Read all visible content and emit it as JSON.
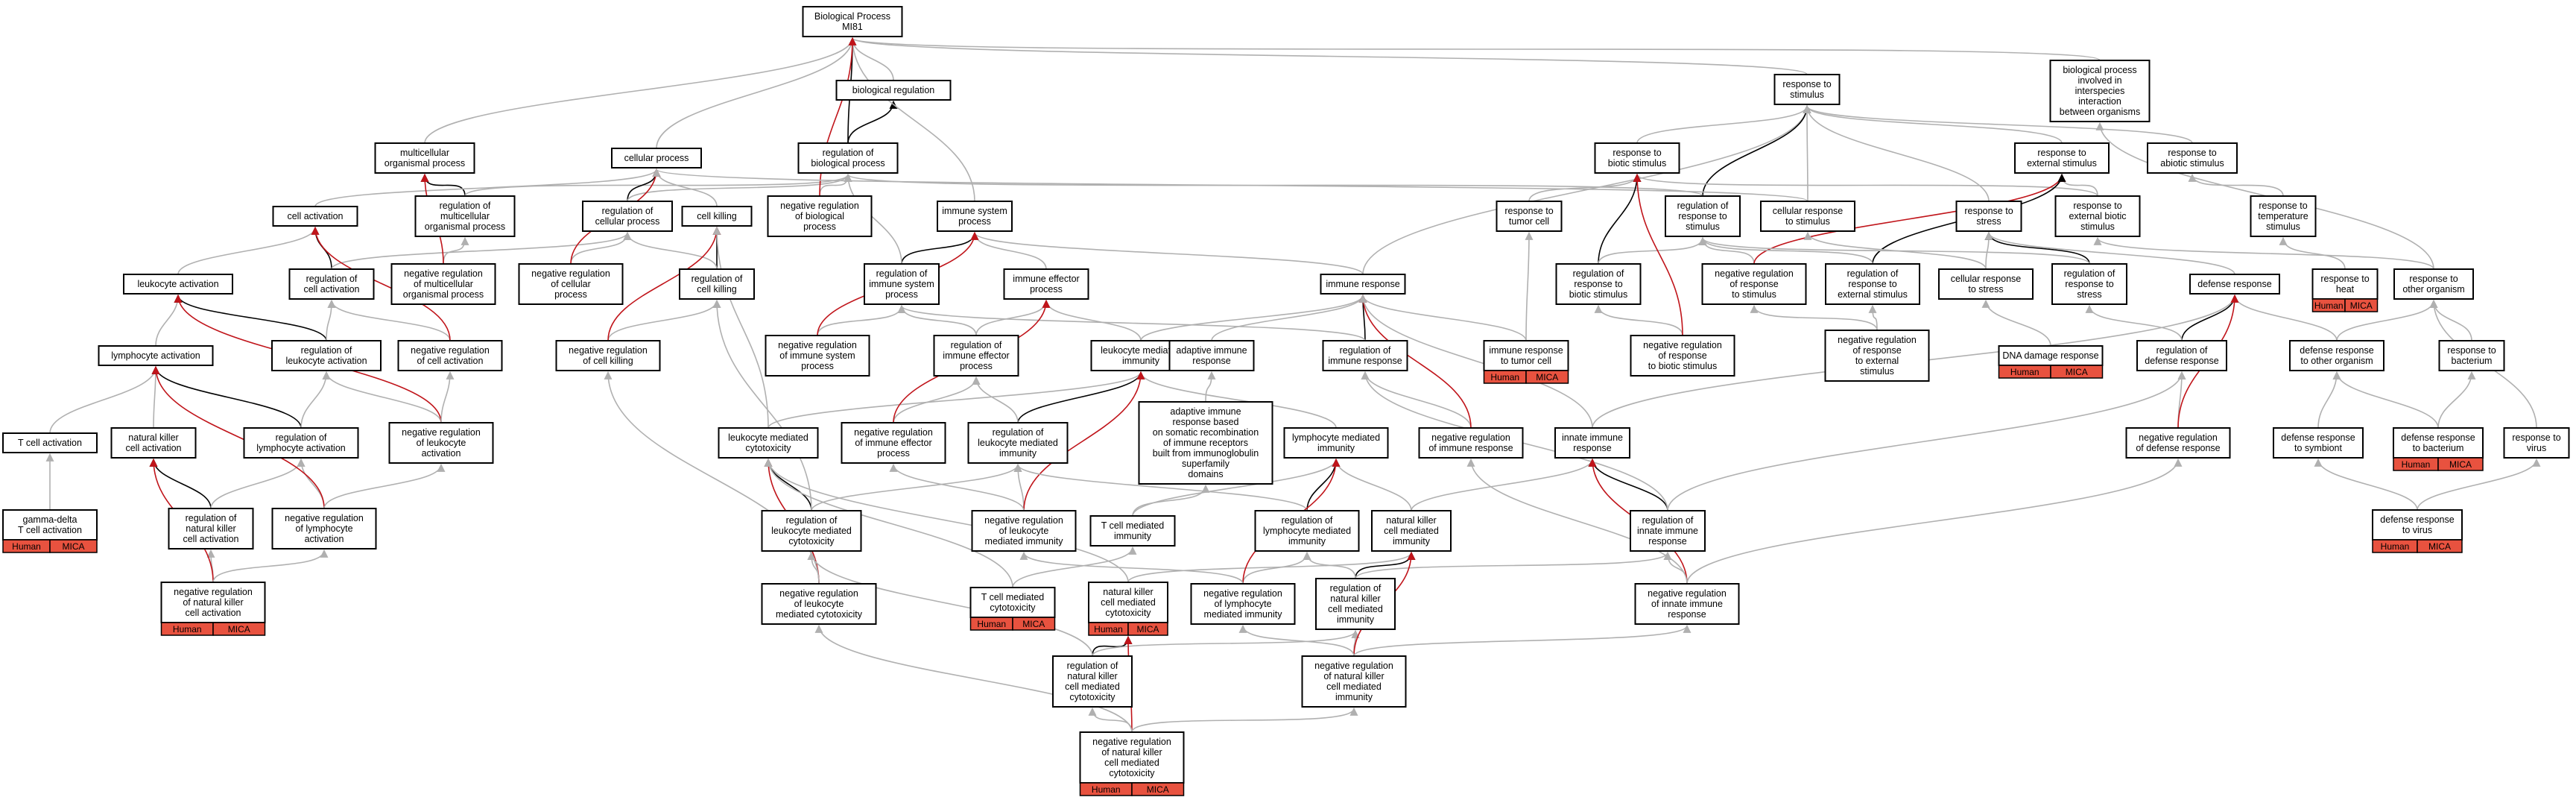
{
  "colors": {
    "edge_gray": "#b0b0b0",
    "edge_black": "#000000",
    "edge_red": "#c0141a",
    "tag_fill": "#e8523f"
  },
  "nodes": [
    {
      "id": "bp",
      "lines": [
        "Biological Process",
        "MI81"
      ]
    },
    {
      "id": "breg",
      "lines": [
        "biological regulation"
      ]
    },
    {
      "id": "rtos",
      "lines": [
        "response to",
        "stimulus"
      ]
    },
    {
      "id": "bpio",
      "lines": [
        "biological process",
        "involved in",
        "interspecies",
        "interaction",
        "between organisms"
      ]
    },
    {
      "id": "mop",
      "lines": [
        "multicellular",
        "organismal process"
      ]
    },
    {
      "id": "cp",
      "lines": [
        "cellular process"
      ]
    },
    {
      "id": "rbp",
      "lines": [
        "regulation of",
        "biological process"
      ]
    },
    {
      "id": "rbs",
      "lines": [
        "response to",
        "biotic stimulus"
      ]
    },
    {
      "id": "res",
      "lines": [
        "response to",
        "external stimulus"
      ]
    },
    {
      "id": "ras",
      "lines": [
        "response to",
        "abiotic stimulus"
      ]
    },
    {
      "id": "ca",
      "lines": [
        "cell activation"
      ]
    },
    {
      "id": "rmop",
      "lines": [
        "regulation of",
        "multicellular",
        "organismal process"
      ]
    },
    {
      "id": "rcp",
      "lines": [
        "regulation of",
        "cellular process"
      ]
    },
    {
      "id": "ck",
      "lines": [
        "cell killing"
      ]
    },
    {
      "id": "nrbp",
      "lines": [
        "negative regulation",
        "of biological",
        "process"
      ]
    },
    {
      "id": "isp",
      "lines": [
        "immune system",
        "process"
      ]
    },
    {
      "id": "rtc",
      "lines": [
        "response to",
        "tumor cell"
      ]
    },
    {
      "id": "rrs",
      "lines": [
        "regulation of",
        "response to",
        "stimulus"
      ]
    },
    {
      "id": "crs",
      "lines": [
        "cellular response",
        "to stimulus"
      ]
    },
    {
      "id": "rts",
      "lines": [
        "response to",
        "stress"
      ]
    },
    {
      "id": "rebs",
      "lines": [
        "response to",
        "external biotic",
        "stimulus"
      ]
    },
    {
      "id": "rtt",
      "lines": [
        "response to",
        "temperature",
        "stimulus"
      ]
    },
    {
      "id": "la",
      "lines": [
        "leukocyte activation"
      ]
    },
    {
      "id": "rca",
      "lines": [
        "regulation of",
        "cell activation"
      ]
    },
    {
      "id": "nrmop",
      "lines": [
        "negative regulation",
        "of multicellular",
        "organismal process"
      ]
    },
    {
      "id": "nrcp",
      "lines": [
        "negative regulation",
        "of cellular",
        "process"
      ]
    },
    {
      "id": "rck",
      "lines": [
        "regulation of",
        "cell killing"
      ]
    },
    {
      "id": "risp",
      "lines": [
        "regulation of",
        "immune system",
        "process"
      ]
    },
    {
      "id": "iep",
      "lines": [
        "immune effector",
        "process"
      ]
    },
    {
      "id": "ir",
      "lines": [
        "immune response"
      ]
    },
    {
      "id": "rrbs",
      "lines": [
        "regulation of",
        "response to",
        "biotic stimulus"
      ]
    },
    {
      "id": "nrrs",
      "lines": [
        "negative regulation",
        "of response",
        "to stimulus"
      ]
    },
    {
      "id": "rres",
      "lines": [
        "regulation of",
        "response to",
        "external stimulus"
      ]
    },
    {
      "id": "crts",
      "lines": [
        "cellular response",
        "to stress"
      ]
    },
    {
      "id": "rrst",
      "lines": [
        "regulation of",
        "response to",
        "stress"
      ]
    },
    {
      "id": "rth",
      "lines": [
        "response to",
        "heat"
      ],
      "tags": [
        "Human",
        "MICA"
      ]
    },
    {
      "id": "dr",
      "lines": [
        "defense response"
      ]
    },
    {
      "id": "rtoo",
      "lines": [
        "response to",
        "other organism"
      ]
    },
    {
      "id": "lya",
      "lines": [
        "lymphocyte activation"
      ]
    },
    {
      "id": "rla",
      "lines": [
        "regulation of",
        "leukocyte activation"
      ]
    },
    {
      "id": "nrca",
      "lines": [
        "negative regulation",
        "of cell activation"
      ]
    },
    {
      "id": "nrck",
      "lines": [
        "negative regulation",
        "of cell killing"
      ]
    },
    {
      "id": "nrisp",
      "lines": [
        "negative regulation",
        "of immune system",
        "process"
      ]
    },
    {
      "id": "riep",
      "lines": [
        "regulation of",
        "immune effector",
        "process"
      ]
    },
    {
      "id": "lmi",
      "lines": [
        "leukocyte mediated",
        "immunity"
      ]
    },
    {
      "id": "air",
      "lines": [
        "adaptive immune",
        "response"
      ]
    },
    {
      "id": "rir",
      "lines": [
        "regulation of",
        "immune response"
      ]
    },
    {
      "id": "irtc",
      "lines": [
        "immune response",
        "to tumor cell"
      ],
      "tags": [
        "Human",
        "MICA"
      ]
    },
    {
      "id": "nrrbs",
      "lines": [
        "negative regulation",
        "of response",
        "to biotic stimulus"
      ]
    },
    {
      "id": "nrres",
      "lines": [
        "negative regulation",
        "of response",
        "to external",
        "stimulus"
      ]
    },
    {
      "id": "ddr",
      "lines": [
        "DNA damage response"
      ],
      "tags": [
        "Human",
        "MICA"
      ]
    },
    {
      "id": "rdr",
      "lines": [
        "regulation of",
        "defense response"
      ]
    },
    {
      "id": "drtoo",
      "lines": [
        "defense response",
        "to other organism"
      ]
    },
    {
      "id": "rtb",
      "lines": [
        "response to",
        "bacterium"
      ]
    },
    {
      "id": "tca",
      "lines": [
        "T cell activation"
      ]
    },
    {
      "id": "nkca",
      "lines": [
        "natural killer",
        "cell activation"
      ]
    },
    {
      "id": "rlya",
      "lines": [
        "regulation of",
        "lymphocyte activation"
      ]
    },
    {
      "id": "nrla",
      "lines": [
        "negative regulation",
        "of leukocyte",
        "activation"
      ]
    },
    {
      "id": "lmc",
      "lines": [
        "leukocyte mediated",
        "cytotoxicity"
      ]
    },
    {
      "id": "nriep",
      "lines": [
        "negative regulation",
        "of immune effector",
        "process"
      ]
    },
    {
      "id": "rlmi",
      "lines": [
        "regulation of",
        "leukocyte mediated",
        "immunity"
      ]
    },
    {
      "id": "airsr",
      "lines": [
        "adaptive immune",
        "response based",
        "on somatic recombination",
        "of immune receptors",
        "built from immunoglobulin",
        "superfamily",
        "domains"
      ]
    },
    {
      "id": "lymi",
      "lines": [
        "lymphocyte mediated",
        "immunity"
      ]
    },
    {
      "id": "nrir",
      "lines": [
        "negative regulation",
        "of immune response"
      ]
    },
    {
      "id": "iir",
      "lines": [
        "innate immune",
        "response"
      ]
    },
    {
      "id": "nrdr",
      "lines": [
        "negative regulation",
        "of defense response"
      ]
    },
    {
      "id": "drts",
      "lines": [
        "defense response",
        "to symbiont"
      ]
    },
    {
      "id": "drtb",
      "lines": [
        "defense response",
        "to bacterium"
      ],
      "tags": [
        "Human",
        "MICA"
      ]
    },
    {
      "id": "rtv",
      "lines": [
        "response to",
        "virus"
      ]
    },
    {
      "id": "gdtca",
      "lines": [
        "gamma-delta",
        "T cell activation"
      ],
      "tags": [
        "Human",
        "MICA"
      ]
    },
    {
      "id": "rnkca",
      "lines": [
        "regulation of",
        "natural killer",
        "cell activation"
      ]
    },
    {
      "id": "nrlya",
      "lines": [
        "negative regulation",
        "of lymphocyte",
        "activation"
      ]
    },
    {
      "id": "rlmc",
      "lines": [
        "regulation of",
        "leukocyte mediated",
        "cytotoxicity"
      ]
    },
    {
      "id": "nrlmi",
      "lines": [
        "negative regulation",
        "of leukocyte",
        "mediated immunity"
      ]
    },
    {
      "id": "tcmi",
      "lines": [
        "T cell mediated",
        "immunity"
      ]
    },
    {
      "id": "rlymi",
      "lines": [
        "regulation of",
        "lymphocyte mediated",
        "immunity"
      ]
    },
    {
      "id": "nkcmi",
      "lines": [
        "natural killer",
        "cell mediated",
        "immunity"
      ]
    },
    {
      "id": "riir",
      "lines": [
        "regulation of",
        "innate immune",
        "response"
      ]
    },
    {
      "id": "drtv",
      "lines": [
        "defense response",
        "to virus"
      ],
      "tags": [
        "Human",
        "MICA"
      ]
    },
    {
      "id": "nrnkca",
      "lines": [
        "negative regulation",
        "of natural killer",
        "cell activation"
      ],
      "tags": [
        "Human",
        "MICA"
      ]
    },
    {
      "id": "nrlmc",
      "lines": [
        "negative regulation",
        "of leukocyte",
        "mediated cytotoxicity"
      ]
    },
    {
      "id": "tcmc",
      "lines": [
        "T cell mediated",
        "cytotoxicity"
      ],
      "tags": [
        "Human",
        "MICA"
      ]
    },
    {
      "id": "nkcmc",
      "lines": [
        "natural killer",
        "cell mediated",
        "cytotoxicity"
      ],
      "tags": [
        "Human",
        "MICA"
      ]
    },
    {
      "id": "nrlymi",
      "lines": [
        "negative regulation",
        "of lymphocyte",
        "mediated immunity"
      ]
    },
    {
      "id": "rnkcmi",
      "lines": [
        "regulation of",
        "natural killer",
        "cell mediated",
        "immunity"
      ]
    },
    {
      "id": "nriir",
      "lines": [
        "negative regulation",
        "of innate immune",
        "response"
      ]
    },
    {
      "id": "rnkcmc",
      "lines": [
        "regulation of",
        "natural killer",
        "cell mediated",
        "cytotoxicity"
      ]
    },
    {
      "id": "nrnkcmi",
      "lines": [
        "negative regulation",
        "of natural killer",
        "cell mediated",
        "immunity"
      ]
    },
    {
      "id": "nrnkcmc",
      "lines": [
        "negative regulation",
        "of natural killer",
        "cell mediated",
        "cytotoxicity"
      ],
      "tags": [
        "Human",
        "MICA"
      ]
    }
  ],
  "edges": [
    [
      "breg",
      "bp",
      "g"
    ],
    [
      "rbp",
      "breg",
      "k"
    ],
    [
      "rbp",
      "bp",
      "k"
    ],
    [
      "mop",
      "bp",
      "g"
    ],
    [
      "cp",
      "bp",
      "g"
    ],
    [
      "isp",
      "bp",
      "g"
    ],
    [
      "rtos",
      "bp",
      "g"
    ],
    [
      "bpio",
      "bp",
      "g"
    ],
    [
      "rmop",
      "mop",
      "k"
    ],
    [
      "rmop",
      "rbp",
      "g"
    ],
    [
      "rcp",
      "cp",
      "k"
    ],
    [
      "rcp",
      "rbp",
      "g"
    ],
    [
      "ck",
      "cp",
      "g"
    ],
    [
      "ca",
      "cp",
      "g"
    ],
    [
      "nrbp",
      "rbp",
      "g"
    ],
    [
      "nrbp",
      "bp",
      "r"
    ],
    [
      "rca",
      "ca",
      "k"
    ],
    [
      "rca",
      "rcp",
      "g"
    ],
    [
      "nrmop",
      "rmop",
      "g"
    ],
    [
      "nrmop",
      "mop",
      "r"
    ],
    [
      "nrcp",
      "rcp",
      "g"
    ],
    [
      "nrcp",
      "cp",
      "r"
    ],
    [
      "rck",
      "ck",
      "k"
    ],
    [
      "rck",
      "rcp",
      "g"
    ],
    [
      "la",
      "ca",
      "g"
    ],
    [
      "risp",
      "isp",
      "k"
    ],
    [
      "risp",
      "rbp",
      "g"
    ],
    [
      "iep",
      "isp",
      "g"
    ],
    [
      "ir",
      "isp",
      "g"
    ],
    [
      "ir",
      "rtos",
      "g"
    ],
    [
      "rbs",
      "rtos",
      "g"
    ],
    [
      "res",
      "rtos",
      "g"
    ],
    [
      "ras",
      "rtos",
      "g"
    ],
    [
      "rrs",
      "rtos",
      "k"
    ],
    [
      "rrs",
      "rbp",
      "g"
    ],
    [
      "crs",
      "rtos",
      "g"
    ],
    [
      "crs",
      "cp",
      "g"
    ],
    [
      "rts",
      "rtos",
      "g"
    ],
    [
      "rtc",
      "rbs",
      "g"
    ],
    [
      "rebs",
      "res",
      "g"
    ],
    [
      "rebs",
      "rbs",
      "g"
    ],
    [
      "rtt",
      "ras",
      "g"
    ],
    [
      "rrbs",
      "rbs",
      "k"
    ],
    [
      "rrbs",
      "rrs",
      "g"
    ],
    [
      "nrrs",
      "rrs",
      "g"
    ],
    [
      "nrrs",
      "res",
      "r"
    ],
    [
      "rres",
      "res",
      "k"
    ],
    [
      "rres",
      "rrs",
      "g"
    ],
    [
      "crts",
      "rts",
      "g"
    ],
    [
      "crts",
      "crs",
      "g"
    ],
    [
      "rrst",
      "rts",
      "k"
    ],
    [
      "rrst",
      "rrs",
      "g"
    ],
    [
      "rth",
      "rtt",
      "g"
    ],
    [
      "dr",
      "rts",
      "g"
    ],
    [
      "rtoo",
      "rebs",
      "g"
    ],
    [
      "rtoo",
      "bpio",
      "g"
    ],
    [
      "lya",
      "la",
      "g"
    ],
    [
      "rla",
      "la",
      "k"
    ],
    [
      "rla",
      "rca",
      "g"
    ],
    [
      "nrca",
      "rca",
      "g"
    ],
    [
      "nrca",
      "ca",
      "r"
    ],
    [
      "nrck",
      "rck",
      "g"
    ],
    [
      "nrck",
      "ck",
      "r"
    ],
    [
      "nrisp",
      "risp",
      "g"
    ],
    [
      "nrisp",
      "isp",
      "r"
    ],
    [
      "riep",
      "iep",
      "g"
    ],
    [
      "riep",
      "risp",
      "g"
    ],
    [
      "lmi",
      "iep",
      "g"
    ],
    [
      "lmi",
      "ir",
      "g"
    ],
    [
      "air",
      "ir",
      "g"
    ],
    [
      "rir",
      "ir",
      "k"
    ],
    [
      "rir",
      "risp",
      "g"
    ],
    [
      "irtc",
      "ir",
      "g"
    ],
    [
      "irtc",
      "rtc",
      "g"
    ],
    [
      "nrrbs",
      "rrbs",
      "g"
    ],
    [
      "nrrbs",
      "rbs",
      "r"
    ],
    [
      "nrres",
      "rres",
      "g"
    ],
    [
      "nrres",
      "nrrs",
      "g"
    ],
    [
      "ddr",
      "crts",
      "g"
    ],
    [
      "rdr",
      "dr",
      "k"
    ],
    [
      "rdr",
      "rrst",
      "g"
    ],
    [
      "drtoo",
      "dr",
      "g"
    ],
    [
      "drtoo",
      "rtoo",
      "g"
    ],
    [
      "rtb",
      "rtoo",
      "g"
    ],
    [
      "tca",
      "lya",
      "g"
    ],
    [
      "nkca",
      "lya",
      "g"
    ],
    [
      "rlya",
      "lya",
      "k"
    ],
    [
      "rlya",
      "rla",
      "g"
    ],
    [
      "nrla",
      "rla",
      "g"
    ],
    [
      "nrla",
      "la",
      "r"
    ],
    [
      "nrla",
      "nrca",
      "g"
    ],
    [
      "lmc",
      "lmi",
      "g"
    ],
    [
      "lmc",
      "ck",
      "g"
    ],
    [
      "nriep",
      "riep",
      "g"
    ],
    [
      "nriep",
      "iep",
      "r"
    ],
    [
      "rlmi",
      "lmi",
      "k"
    ],
    [
      "rlmi",
      "riep",
      "g"
    ],
    [
      "airsr",
      "air",
      "g"
    ],
    [
      "lymi",
      "lmi",
      "g"
    ],
    [
      "nrir",
      "rir",
      "g"
    ],
    [
      "nrir",
      "ir",
      "r"
    ],
    [
      "iir",
      "ir",
      "g"
    ],
    [
      "iir",
      "dr",
      "g"
    ],
    [
      "nrdr",
      "rdr",
      "g"
    ],
    [
      "nrdr",
      "dr",
      "r"
    ],
    [
      "drts",
      "drtoo",
      "g"
    ],
    [
      "drtb",
      "rtb",
      "g"
    ],
    [
      "drtb",
      "drtoo",
      "g"
    ],
    [
      "rtv",
      "rtoo",
      "g"
    ],
    [
      "gdtca",
      "tca",
      "g"
    ],
    [
      "rnkca",
      "nkca",
      "k"
    ],
    [
      "rnkca",
      "rlya",
      "g"
    ],
    [
      "nrlya",
      "rlya",
      "g"
    ],
    [
      "nrlya",
      "lya",
      "r"
    ],
    [
      "nrlya",
      "nrla",
      "g"
    ],
    [
      "rlmc",
      "lmc",
      "k"
    ],
    [
      "rlmc",
      "rlmi",
      "g"
    ],
    [
      "rlmc",
      "rck",
      "g"
    ],
    [
      "nrlmi",
      "rlmi",
      "g"
    ],
    [
      "nrlmi",
      "lmi",
      "r"
    ],
    [
      "nrlmi",
      "nriep",
      "g"
    ],
    [
      "tcmi",
      "lymi",
      "g"
    ],
    [
      "tcmi",
      "airsr",
      "g"
    ],
    [
      "rlymi",
      "lymi",
      "k"
    ],
    [
      "rlymi",
      "rlmi",
      "g"
    ],
    [
      "nkcmi",
      "lymi",
      "g"
    ],
    [
      "nkcmi",
      "iir",
      "g"
    ],
    [
      "riir",
      "iir",
      "k"
    ],
    [
      "riir",
      "rir",
      "g"
    ],
    [
      "riir",
      "rdr",
      "g"
    ],
    [
      "drtv",
      "drts",
      "g"
    ],
    [
      "drtv",
      "rtv",
      "g"
    ],
    [
      "nrnkca",
      "rnkca",
      "g"
    ],
    [
      "nrnkca",
      "nkca",
      "r"
    ],
    [
      "nrnkca",
      "nrlya",
      "g"
    ],
    [
      "nrlmc",
      "rlmc",
      "g"
    ],
    [
      "nrlmc",
      "lmc",
      "r"
    ],
    [
      "nrlmc",
      "nrck",
      "g"
    ],
    [
      "tcmc",
      "tcmi",
      "g"
    ],
    [
      "tcmc",
      "lmc",
      "g"
    ],
    [
      "nkcmc",
      "nkcmi",
      "g"
    ],
    [
      "nkcmc",
      "lmc",
      "g"
    ],
    [
      "nrlymi",
      "rlymi",
      "g"
    ],
    [
      "nrlymi",
      "lymi",
      "r"
    ],
    [
      "nrlymi",
      "nrlmi",
      "g"
    ],
    [
      "rnkcmi",
      "nkcmi",
      "k"
    ],
    [
      "rnkcmi",
      "rlymi",
      "g"
    ],
    [
      "rnkcmi",
      "riir",
      "g"
    ],
    [
      "nriir",
      "riir",
      "g"
    ],
    [
      "nriir",
      "iir",
      "r"
    ],
    [
      "nriir",
      "nrir",
      "g"
    ],
    [
      "nriir",
      "nrdr",
      "g"
    ],
    [
      "rnkcmc",
      "nkcmc",
      "k"
    ],
    [
      "rnkcmc",
      "rlmc",
      "g"
    ],
    [
      "rnkcmc",
      "rnkcmi",
      "g"
    ],
    [
      "nrnkcmi",
      "rnkcmi",
      "g"
    ],
    [
      "nrnkcmi",
      "nkcmi",
      "r"
    ],
    [
      "nrnkcmi",
      "nrlymi",
      "g"
    ],
    [
      "nrnkcmi",
      "nriir",
      "g"
    ],
    [
      "nrnkcmc",
      "rnkcmc",
      "g"
    ],
    [
      "nrnkcmc",
      "nkcmc",
      "r"
    ],
    [
      "nrnkcmc",
      "nrlmc",
      "g"
    ],
    [
      "nrnkcmc",
      "nrnkcmi",
      "g"
    ]
  ]
}
